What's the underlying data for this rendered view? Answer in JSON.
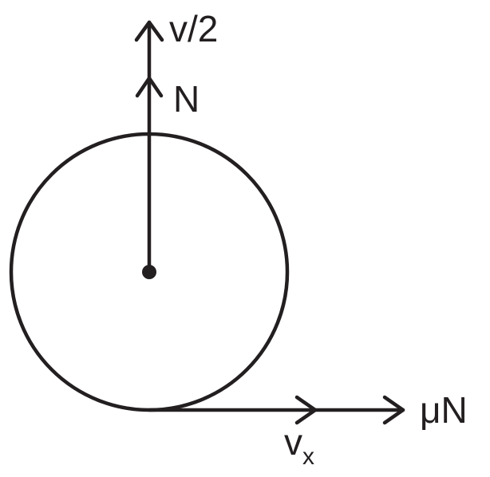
{
  "labels": {
    "velocity_up": "v/2",
    "normal_force": "N",
    "friction_force": "μN",
    "velocity_x_main": "v",
    "velocity_x_sub": "x"
  },
  "colors": {
    "stroke": "#231f20",
    "background": "#ffffff"
  }
}
